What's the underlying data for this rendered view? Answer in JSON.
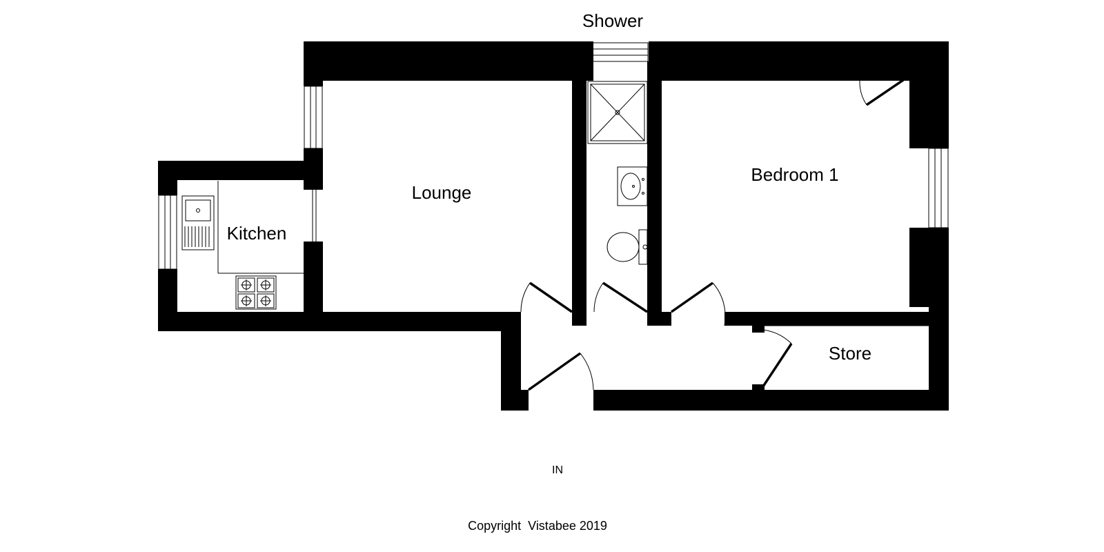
{
  "floorplan": {
    "rooms": {
      "shower": "Shower",
      "lounge": "Lounge",
      "kitchen": "Kitchen",
      "bedroom": "Bedroom 1",
      "store": "Store"
    },
    "entrance": "IN",
    "copyright": "Copyright  Vistabee 2019"
  }
}
